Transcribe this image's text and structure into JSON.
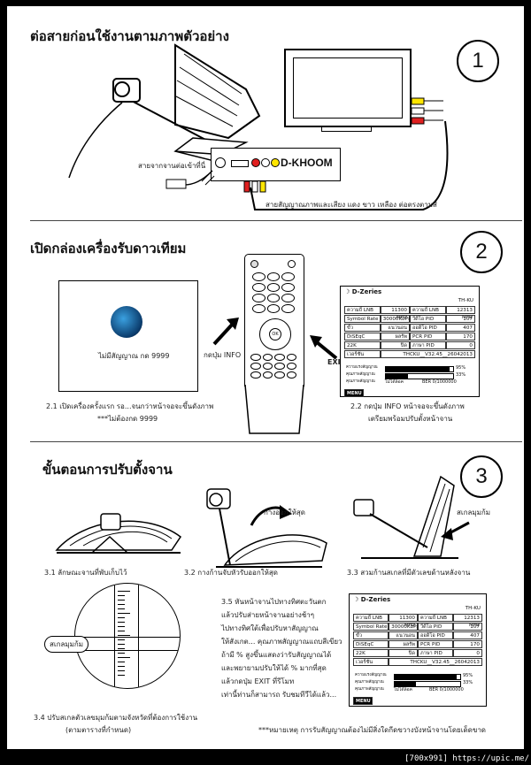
{
  "section1": {
    "title": "ต่อสายก่อนใช้งานตามภาพตัวอย่าง",
    "number": "1",
    "cable_label": "สายจากจานต่อเข้าที่นี่",
    "brand": "D-KHOOM",
    "av_label": "สายสัญญาณภาพและเสียง  แดง  ขาว  เหลือง  ต่อตรงตามสี"
  },
  "section2": {
    "title": "เปิดกล่องเครื่องรับดาวเทียม",
    "number": "2",
    "no_signal": "ไม่มีสัญญาณ กด 9999",
    "info_label": "กดปุ่ม INFO",
    "exit_label": "EXIT",
    "step1_line1": "2.1  เปิดเครื่องครั้งแรก รอ...จนกว่าหน้าจอจะขึ้นดังภาพ",
    "step1_line2": "***ไม่ต้องกด 9999",
    "step2_line1": "2.2  กดปุ่ม INFO หน้าจอจะขึ้นดังภาพ",
    "step2_line2": "เตรียมพร้อมปรับตั้งหน้าจาน"
  },
  "osd": {
    "brand": "D-Zeries",
    "sat": "TH-KU",
    "rows": [
      [
        "ความถี่ LNB",
        "11300 MHz",
        "ความถี่ LNB",
        "12313 MHz"
      ],
      [
        "Symbol Rate",
        "30000KbPs",
        "วีดีโอ PID",
        "107"
      ],
      [
        "ขั้ว",
        "แนวนอน",
        "ออดิโอ PID",
        "407"
      ],
      [
        "DiSEqC",
        "ผลรัพ",
        "PCR PID",
        "170"
      ],
      [
        "22K",
        "ปิด",
        "ภาษา PID",
        "0"
      ],
      [
        "เวอร์ชั่น",
        "",
        "THCKU__V32.45__26042013",
        ""
      ]
    ],
    "strength_label": "ความแรงสัญญาณ",
    "strength_value": "95%",
    "quality_label": "คุณภาพสัญญาณ",
    "quality_value": "33%",
    "quality2_label": "คุณภาพสัญญาณ",
    "quality2_value": "ไม่ได้ล็อค",
    "ber": "BER 0/1000000",
    "menu": "MENU"
  },
  "section3": {
    "title": "ขั้นตอนการปรับตั้งจาน",
    "number": "3",
    "pull_label": "กางออกให้สุด",
    "scale_label_right": "สเกลมุมก้ม",
    "scale_label_left": "สเกลมุมก้ม",
    "step31": "3.1   ลักษณะจานที่พับเก็บไว้",
    "step32": "3.2   กางก้านจับหัวรับออกให้สุด",
    "step33": "3.3   สวมก้านสเกลที่มีตัวเลขด้านหลังจาน",
    "step34_line1": "3.4   ปรับสเกลตัวเลขมุมก้มตามจังหวัดที่ต้องการใช้งาน",
    "step34_line2": "(ตามตารางที่กำหนด)",
    "step35": [
      "3.5  หันหน้าจานไปทางทิศตะวันตก",
      "แล้วปรับส่ายหน้าจานอย่างช้าๆ",
      "ไปทางทิศใต้เพื่อปรับหาสัญญาณ",
      "ให้สังเกต... คุณภาพสัญญาณแถบสีเขียว",
      "ถ้ามี % สูงขึ้นแสดงว่ารับสัญญาณได้",
      "และพยายามปรับให้ได้ % มากที่สุด",
      "แล้วกดปุ่ม EXIT ที่รีโมท",
      "เท่านี้ท่านก็สามารถ รับชมทีวีได้แล้ว..."
    ],
    "note": "***หมายเหตุ  การรับสัญญาณต้องไม่มีสิ่งใดกีดขวางบังหน้าจานโดยเด็ดขาด"
  },
  "footer": "[700x991] https://upic.me/"
}
